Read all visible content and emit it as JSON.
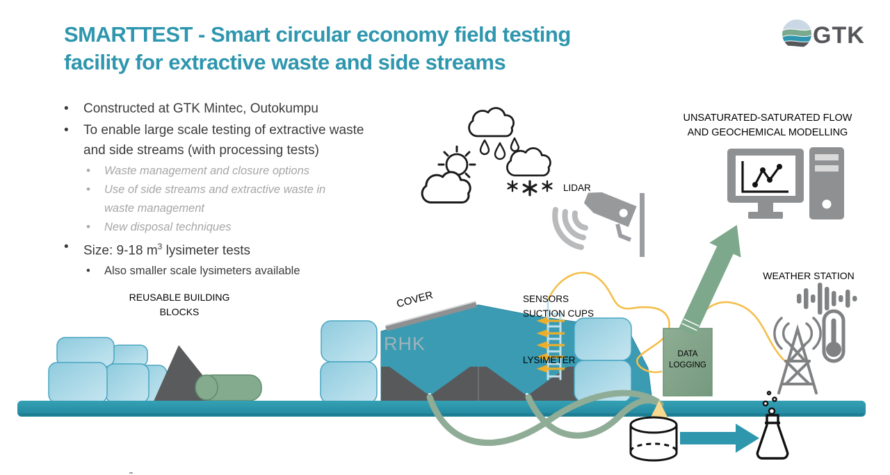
{
  "slide": {
    "title_line1": "SMARTTEST - Smart circular economy field testing",
    "title_line2": "facility for extractive waste and side streams",
    "logo_text": "GTK"
  },
  "bullets": {
    "item1": "Constructed at GTK Mintec, Outokumpu",
    "item2": "To enable large scale testing of extractive waste and side streams (with processing tests)",
    "sub1": "Waste management and closure options",
    "sub2": "Use of side streams and extractive waste in waste management",
    "sub3": "New disposal techniques",
    "item3_prefix": "Size: 9-18 m",
    "item3_sup": "3",
    "item3_suffix": " lysimeter tests",
    "sub4": "Also smaller scale lysimeters available"
  },
  "labels": {
    "lidar": "LIDAR",
    "modelling_line1": "UNSATURATED-SATURATED FLOW",
    "modelling_line2": "AND GEOCHEMICAL MODELLING",
    "weather_station": "WEATHER STATION",
    "data_logging_line1": "DATA",
    "data_logging_line2": "LOGGING",
    "cover": "COVER",
    "rhk": "RHK",
    "sensors_line1": "SENSORS",
    "sensors_line2": "SUCTION CUPS",
    "lysimeter": "LYSIMETER",
    "blocks_line1": "REUSABLE BUILDING",
    "blocks_line2": "BLOCKS"
  },
  "colors": {
    "title_teal": "#2E96AE",
    "ground_teal": "#2E99AF",
    "mound_teal": "#3A9BB2",
    "block_blue": "#A6D8E6",
    "green": "#7EA88B",
    "data_box_green": "#84A58C",
    "cable_yellow": "#F4BE4B",
    "sensor_arrow_yellow": "#ECAE2C",
    "icon_gray": "#8E9092",
    "light_gray": "#B9BABC",
    "dark_gray": "#58595B",
    "sub_bullet_gray": "#A6A6A6",
    "droplet_yellow": "#F6D88F",
    "logo_red": "#E8575A"
  }
}
